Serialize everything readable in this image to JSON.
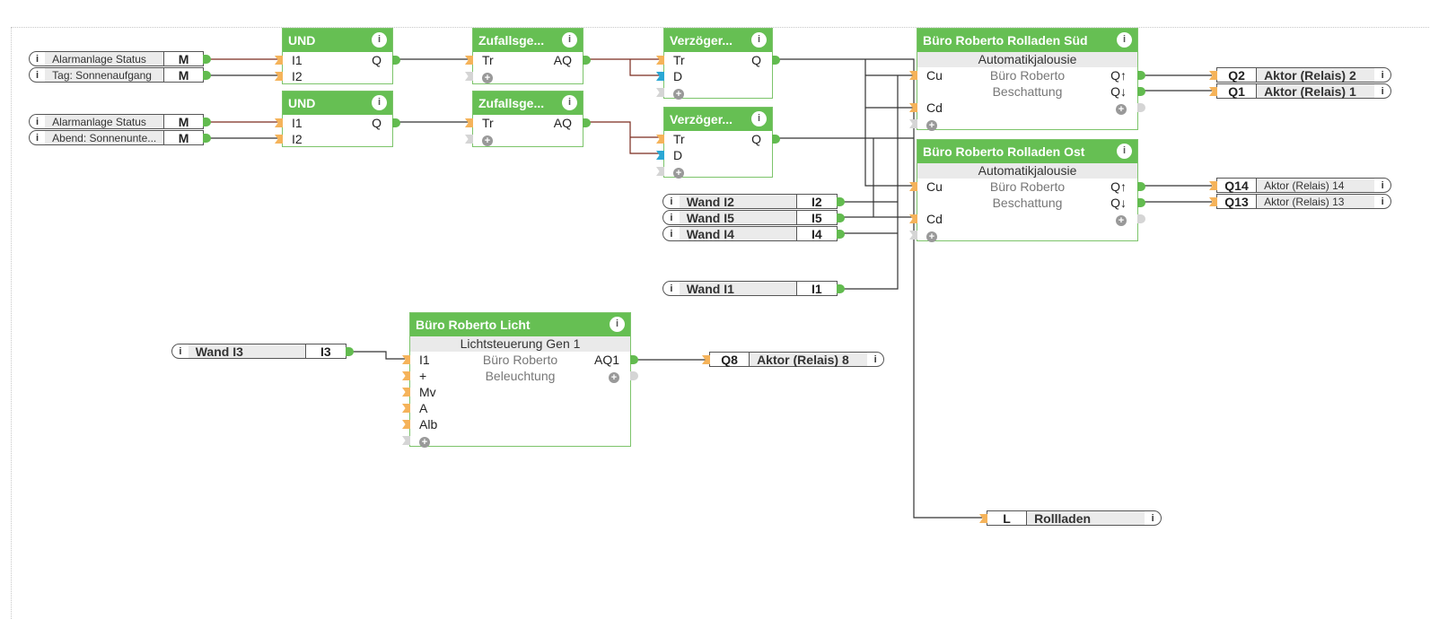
{
  "colors": {
    "block_header": "#66bf53",
    "input_pin": "#f5b35a",
    "output_pin": "#62bb4f",
    "duration_pin": "#2aa7d4",
    "wire": "#333333",
    "wire_active": "#7a2b1e"
  },
  "inputs": [
    {
      "name": "Alarmanlage Status",
      "code": "M"
    },
    {
      "name": "Tag: Sonnenaufgang",
      "code": "M"
    },
    {
      "name": "Alarmanlage Status",
      "code": "M"
    },
    {
      "name": "Abend: Sonnenunte...",
      "code": "M"
    },
    {
      "name": "Wand I2",
      "code": "I2"
    },
    {
      "name": "Wand I5",
      "code": "I5"
    },
    {
      "name": "Wand I4",
      "code": "I4"
    },
    {
      "name": "Wand I1",
      "code": "I1"
    },
    {
      "name": "Wand I3",
      "code": "I3"
    }
  ],
  "outputs": [
    {
      "code": "Q2",
      "name": "Aktor (Relais) 2"
    },
    {
      "code": "Q1",
      "name": "Aktor (Relais) 1"
    },
    {
      "code": "Q14",
      "name": "Aktor (Relais) 14"
    },
    {
      "code": "Q13",
      "name": "Aktor (Relais) 13"
    },
    {
      "code": "Q8",
      "name": "Aktor (Relais) 8"
    },
    {
      "code": "L",
      "name": "Rollladen"
    }
  ],
  "blocks": {
    "und1": {
      "title": "UND",
      "in": [
        "I1",
        "I2"
      ],
      "out": "Q"
    },
    "und2": {
      "title": "UND",
      "in": [
        "I1",
        "I2"
      ],
      "out": "Q"
    },
    "zuf1": {
      "title": "Zufallsge...",
      "in": "Tr",
      "out": "AQ"
    },
    "zuf2": {
      "title": "Zufallsge...",
      "in": "Tr",
      "out": "AQ"
    },
    "ver1": {
      "title": "Verzöger...",
      "in": [
        "Tr",
        "D"
      ],
      "out": "Q"
    },
    "ver2": {
      "title": "Verzöger...",
      "in": [
        "Tr",
        "D"
      ],
      "out": "Q"
    },
    "sued": {
      "title": "Büro Roberto Rolladen Süd",
      "type": "Automatikjalousie",
      "line1": "Büro Roberto",
      "line2": "Beschattung",
      "in": [
        "Cu",
        "Cd"
      ],
      "out": [
        "Q↑",
        "Q↓"
      ]
    },
    "ost": {
      "title": "Büro Roberto Rolladen Ost",
      "type": "Automatikjalousie",
      "line1": "Büro Roberto",
      "line2": "Beschattung",
      "in": [
        "Cu",
        "Cd"
      ],
      "out": [
        "Q↑",
        "Q↓"
      ]
    },
    "licht": {
      "title": "Büro Roberto Licht",
      "type": "Lichtsteuerung Gen 1",
      "line1": "Büro Roberto",
      "line2": "Beleuchtung",
      "in": [
        "I1",
        "+",
        "Mv",
        "A",
        "Alb"
      ],
      "out": "AQ1"
    }
  },
  "icons": {
    "info": "i",
    "add": "+"
  }
}
